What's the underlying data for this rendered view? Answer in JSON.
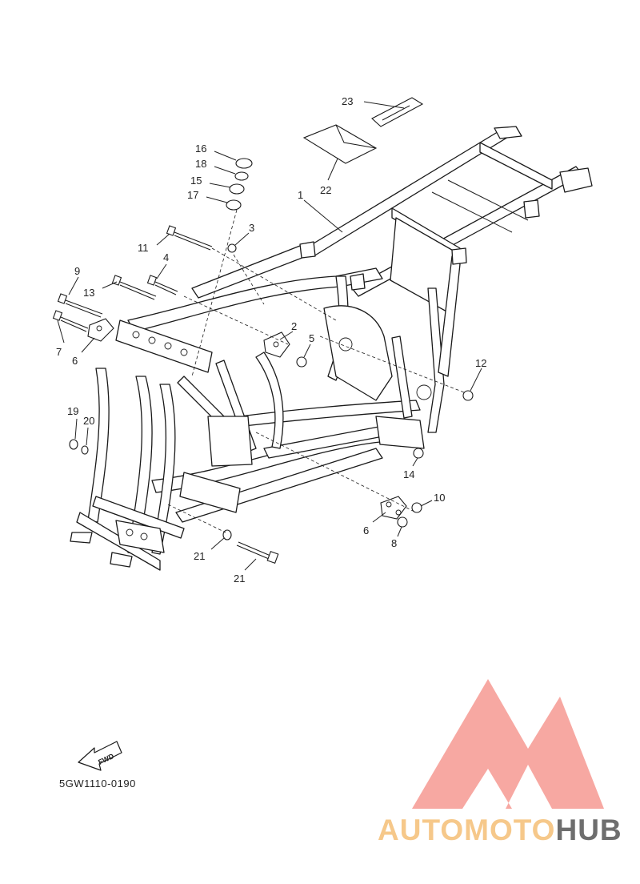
{
  "diagram": {
    "part_code": "5GW1110-0190",
    "direction_arrow": "FWD",
    "callouts": [
      "1",
      "2",
      "3",
      "4",
      "5",
      "6",
      "6",
      "7",
      "8",
      "9",
      "10",
      "11",
      "12",
      "13",
      "14",
      "15",
      "16",
      "17",
      "18",
      "19",
      "20",
      "21",
      "21",
      "22",
      "23"
    ]
  },
  "watermark": {
    "brand_prefix": "AUTOMOTO",
    "brand_suffix": "HUB",
    "colors": {
      "logo": "#f7a8a2",
      "prefix": "#f6c88a",
      "suffix": "#6e6e6e"
    }
  }
}
